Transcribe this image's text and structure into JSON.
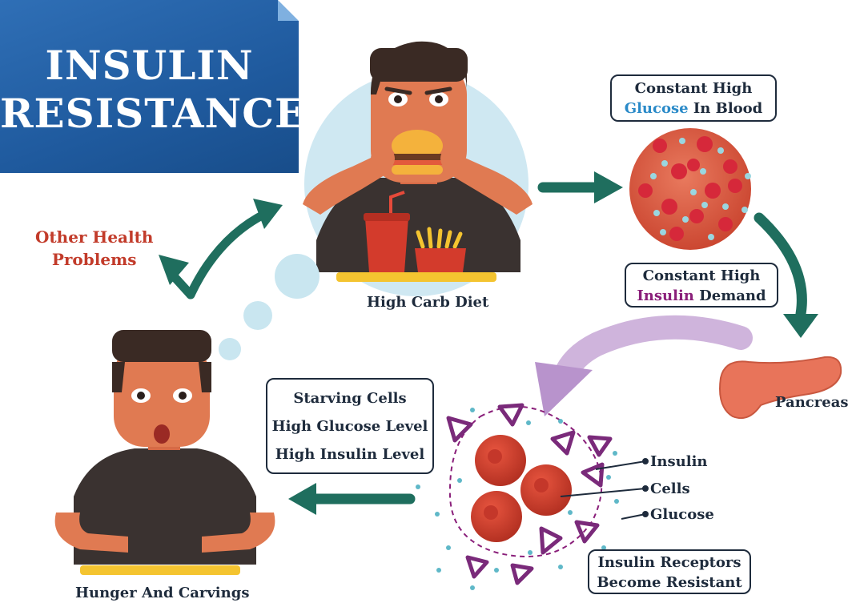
{
  "title": {
    "line1": "INSULIN",
    "line2": "RESISTANCE"
  },
  "nodes": {
    "high_carb_diet": "High Carb Diet",
    "glucose_box": {
      "line1": "Constant High",
      "highlight": "Glucose",
      "rest": " In Blood"
    },
    "insulin_box": {
      "line1": "Constant High",
      "highlight": "Insulin",
      "rest": " Demand"
    },
    "pancreas": "Pancreas",
    "other_health": {
      "line1": "Other Health",
      "line2": "Problems"
    },
    "hunger": "Hunger And Carvings",
    "starving_box": [
      "Starving Cells",
      "High Glucose Level",
      "High Insulin Level"
    ],
    "receptors_box": {
      "line1": "Insulin Receptors",
      "line2": "Become Resistant"
    }
  },
  "legend": {
    "insulin": "Insulin",
    "cells": "Cells",
    "glucose": "Glucose"
  },
  "colors": {
    "banner": "#1f5a9e",
    "arrow_green": "#1f6e5e",
    "glucose_text": "#2a8ac8",
    "insulin_text": "#8a1f7a",
    "other_health_text": "#c23b2a",
    "thought_bubble": "#c9e6f0",
    "arrow_purple": "#b68fc8"
  }
}
